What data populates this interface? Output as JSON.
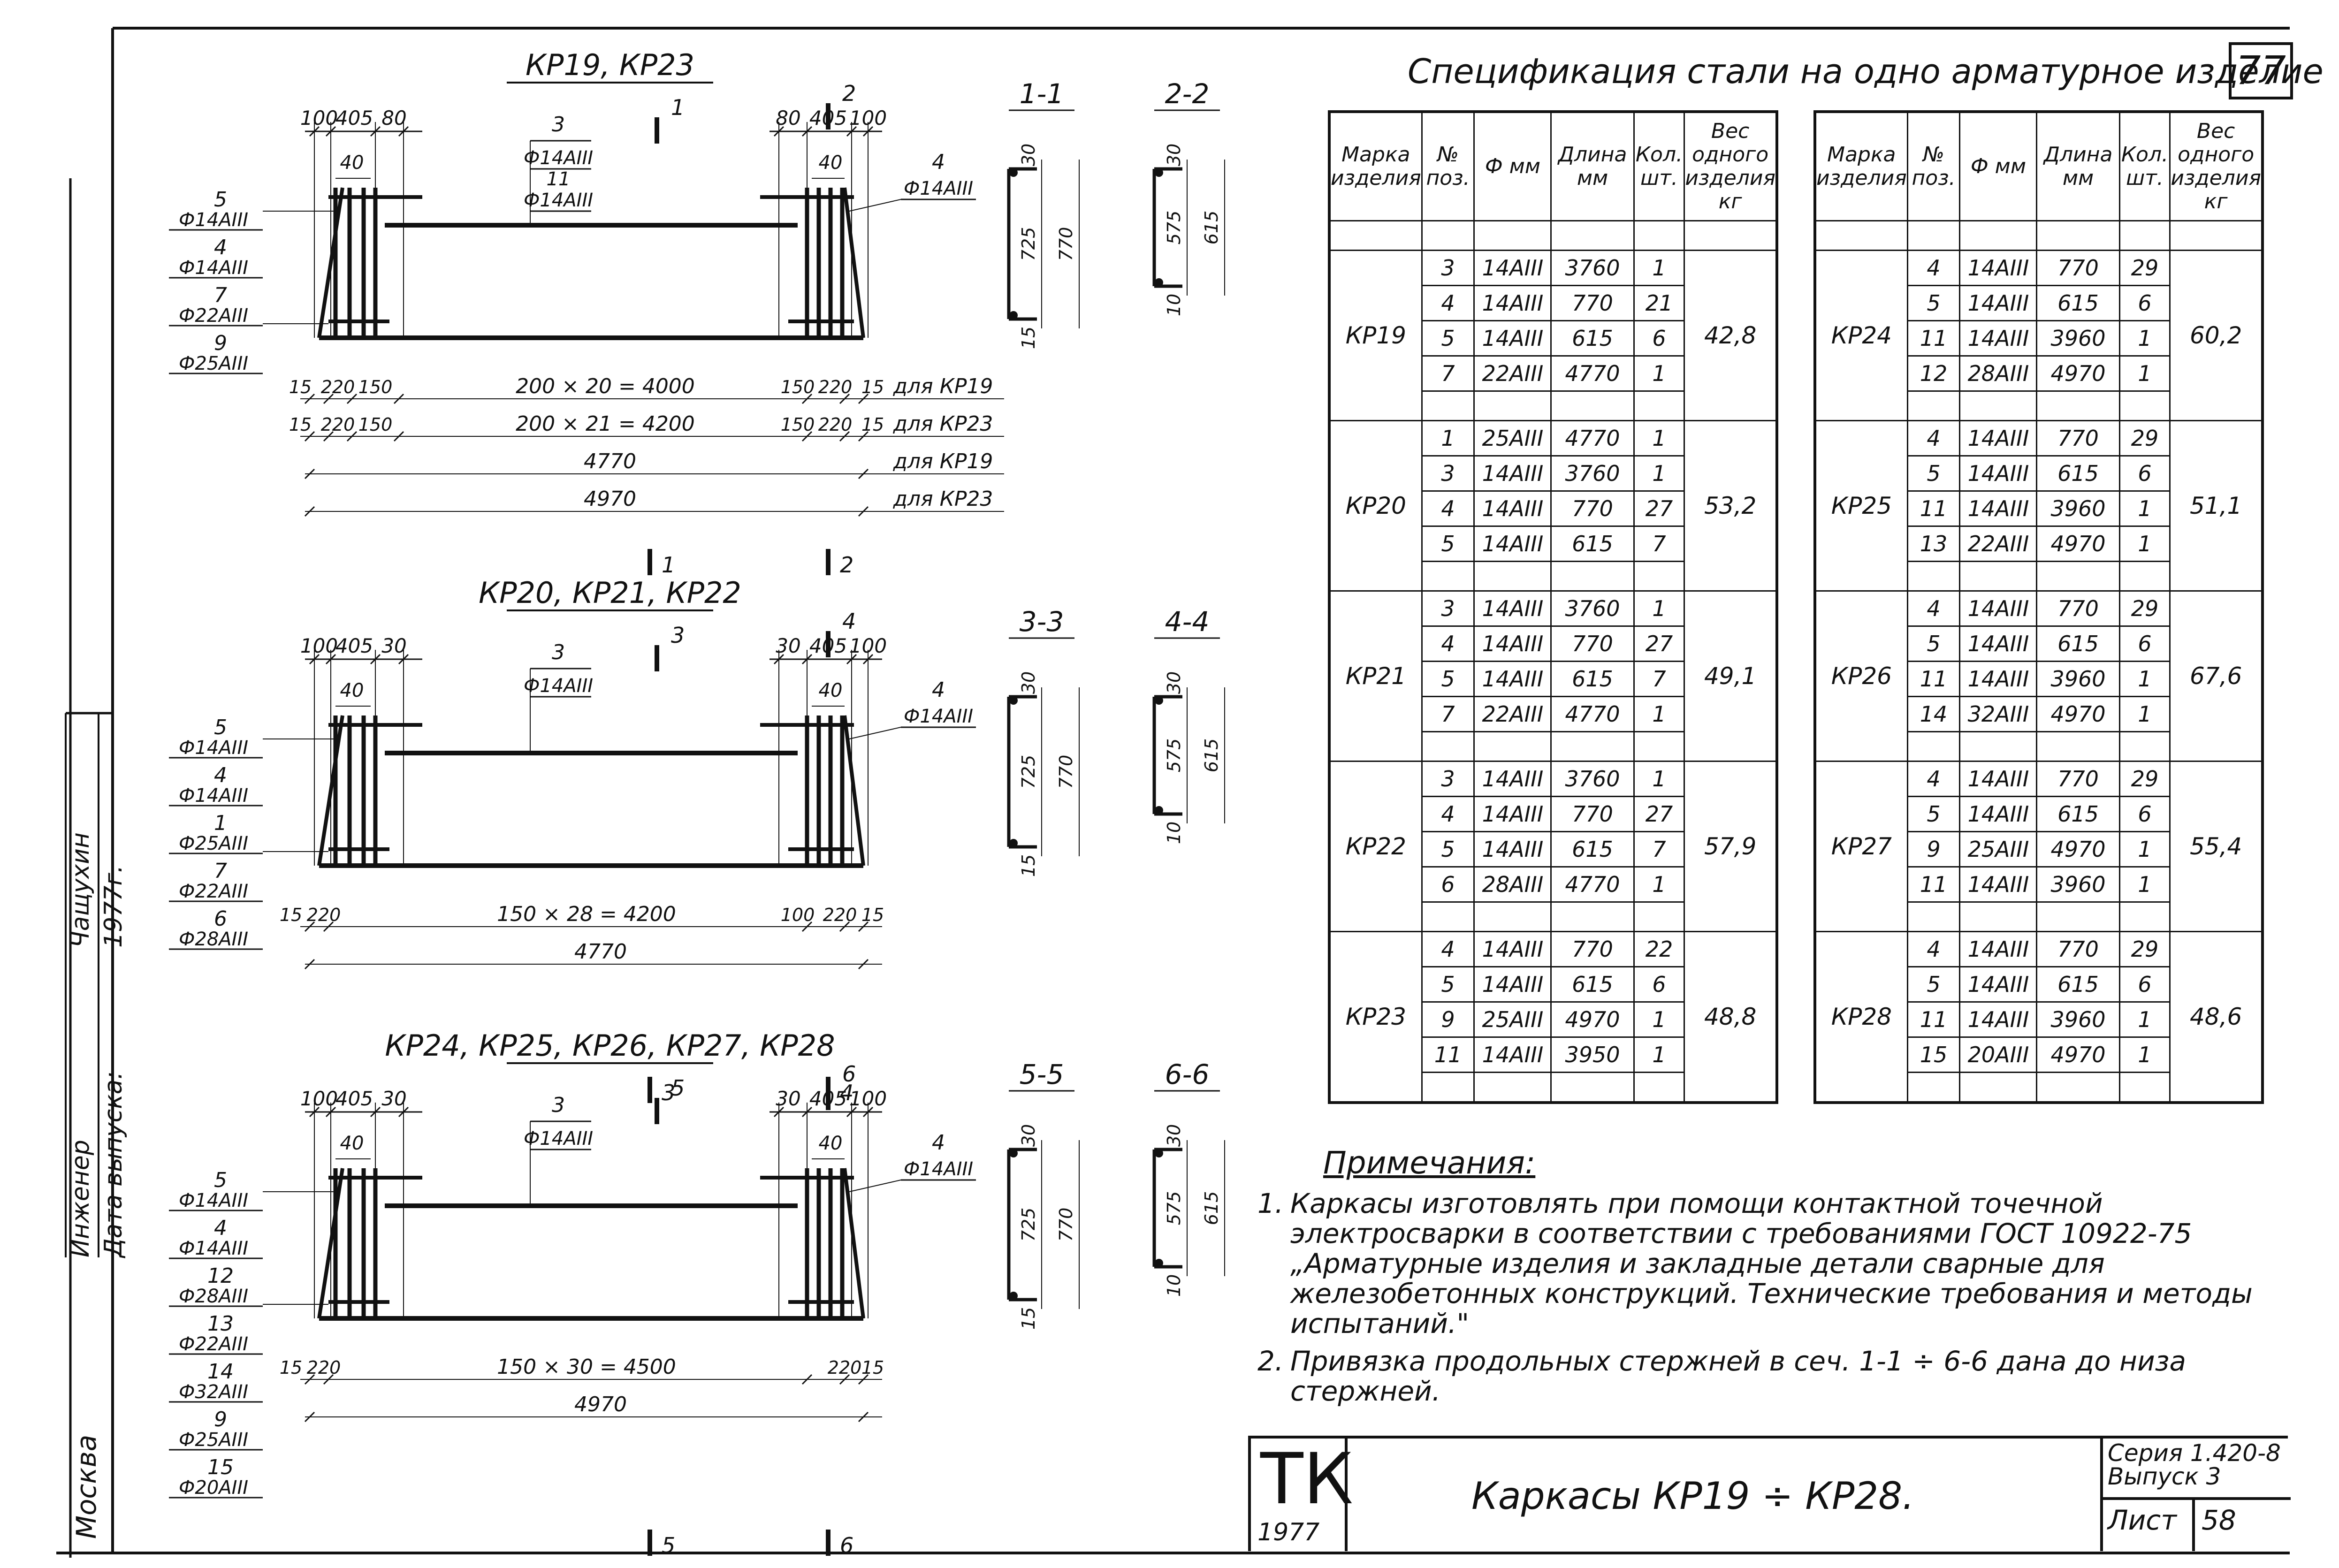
{
  "sheet_corner_number": "77",
  "spec": {
    "title": "Спецификация стали на одно арматурное изделие",
    "headers": [
      "Марка изделия",
      "№ поз.",
      "Ф мм",
      "Длина мм",
      "Кол. шт.",
      "Вес одного изделия кг"
    ],
    "left": [
      {
        "mark": "КР19",
        "weight": "42,8",
        "rows": [
          [
            "3",
            "14АIII",
            "3760",
            "1"
          ],
          [
            "4",
            "14АIII",
            "770",
            "21"
          ],
          [
            "5",
            "14АIII",
            "615",
            "6"
          ],
          [
            "7",
            "22АIII",
            "4770",
            "1"
          ]
        ]
      },
      {
        "mark": "КР20",
        "weight": "53,2",
        "rows": [
          [
            "1",
            "25АIII",
            "4770",
            "1"
          ],
          [
            "3",
            "14АIII",
            "3760",
            "1"
          ],
          [
            "4",
            "14АIII",
            "770",
            "27"
          ],
          [
            "5",
            "14АIII",
            "615",
            "7"
          ]
        ]
      },
      {
        "mark": "КР21",
        "weight": "49,1",
        "rows": [
          [
            "3",
            "14АIII",
            "3760",
            "1"
          ],
          [
            "4",
            "14АIII",
            "770",
            "27"
          ],
          [
            "5",
            "14АIII",
            "615",
            "7"
          ],
          [
            "7",
            "22АIII",
            "4770",
            "1"
          ]
        ]
      },
      {
        "mark": "КР22",
        "weight": "57,9",
        "rows": [
          [
            "3",
            "14АIII",
            "3760",
            "1"
          ],
          [
            "4",
            "14АIII",
            "770",
            "27"
          ],
          [
            "5",
            "14АIII",
            "615",
            "7"
          ],
          [
            "6",
            "28АIII",
            "4770",
            "1"
          ]
        ]
      },
      {
        "mark": "КР23",
        "weight": "48,8",
        "rows": [
          [
            "4",
            "14АIII",
            "770",
            "22"
          ],
          [
            "5",
            "14АIII",
            "615",
            "6"
          ],
          [
            "9",
            "25АIII",
            "4970",
            "1"
          ],
          [
            "11",
            "14АIII",
            "3950",
            "1"
          ]
        ]
      }
    ],
    "right": [
      {
        "mark": "КР24",
        "weight": "60,2",
        "rows": [
          [
            "4",
            "14АIII",
            "770",
            "29"
          ],
          [
            "5",
            "14АIII",
            "615",
            "6"
          ],
          [
            "11",
            "14АIII",
            "3960",
            "1"
          ],
          [
            "12",
            "28АIII",
            "4970",
            "1"
          ]
        ]
      },
      {
        "mark": "КР25",
        "weight": "51,1",
        "rows": [
          [
            "4",
            "14АIII",
            "770",
            "29"
          ],
          [
            "5",
            "14АIII",
            "615",
            "6"
          ],
          [
            "11",
            "14АIII",
            "3960",
            "1"
          ],
          [
            "13",
            "22АIII",
            "4970",
            "1"
          ]
        ]
      },
      {
        "mark": "КР26",
        "weight": "67,6",
        "rows": [
          [
            "4",
            "14АIII",
            "770",
            "29"
          ],
          [
            "5",
            "14АIII",
            "615",
            "6"
          ],
          [
            "11",
            "14АIII",
            "3960",
            "1"
          ],
          [
            "14",
            "32АIII",
            "4970",
            "1"
          ]
        ]
      },
      {
        "mark": "КР27",
        "weight": "55,4",
        "rows": [
          [
            "4",
            "14АIII",
            "770",
            "29"
          ],
          [
            "5",
            "14АIII",
            "615",
            "6"
          ],
          [
            "9",
            "25АIII",
            "4970",
            "1"
          ],
          [
            "11",
            "14АIII",
            "3960",
            "1"
          ]
        ]
      },
      {
        "mark": "КР28",
        "weight": "48,6",
        "rows": [
          [
            "4",
            "14АIII",
            "770",
            "29"
          ],
          [
            "5",
            "14АIII",
            "615",
            "6"
          ],
          [
            "11",
            "14АIII",
            "3960",
            "1"
          ],
          [
            "15",
            "20АIII",
            "4970",
            "1"
          ]
        ]
      }
    ]
  },
  "notes": {
    "heading": "Примечания:",
    "items": [
      "Каркасы изготовлять при помощи контактной точечной электросварки в соответствии с требованиями ГОСТ 10922-75 „Арматурные изделия и закладные детали сварные для железобетонных конструкций. Технические требования и методы испытаний.\"",
      "Привязка продольных стержней в сеч. 1-1 ÷ 6-6 дана до низа стержней."
    ]
  },
  "title_block": {
    "logo": "ТК",
    "year": "1977",
    "name": "Каркасы КР19 ÷ КР28.",
    "series": "Серия 1.420-8",
    "issue": "Выпуск 3",
    "sheet_label": "Лист",
    "sheet_number": "58"
  },
  "stamp": {
    "engineer_label": "Инженер",
    "engineer_name": "Чащухин",
    "date_label": "Дата выпуска:",
    "date_value": "1977г.",
    "city": "Москва"
  },
  "drawings": [
    {
      "title": "КР19, КР23",
      "section_left": "1",
      "section_right": "2",
      "top_dims_left": [
        "100",
        "405",
        "80"
      ],
      "top_dims_right": [
        "80",
        "405",
        "100"
      ],
      "inner_dim_left": "40",
      "inner_dim_right": "40",
      "top_bar_pos": "3",
      "top_bar_dia": "Ф14АIII",
      "top_bar_pos2": "11",
      "top_bar_dia2": "Ф14АIII",
      "right_pos": "4",
      "right_dia": "Ф14АIII",
      "left_callouts": [
        "5",
        "Ф14АIII",
        "4",
        "Ф14АIII",
        "7",
        "Ф22АIII",
        "9",
        "Ф25АIII"
      ],
      "dim_rows": [
        [
          "15",
          "220",
          "150",
          "200 × 20 = 4000",
          "150",
          "220",
          "15",
          "для КР19"
        ],
        [
          "15",
          "220",
          "150",
          "200 × 21 = 4200",
          "150",
          "220",
          "15",
          "для КР23"
        ]
      ],
      "total_rows": [
        [
          "4770",
          "для КР19"
        ],
        [
          "4970",
          "для КР23"
        ]
      ],
      "sections": [
        {
          "label": "1-1",
          "top": "30",
          "h1": "725",
          "h2": "770",
          "bot": "15"
        },
        {
          "label": "2-2",
          "top": "30",
          "h1": "575",
          "h2": "615",
          "bot": "10"
        }
      ]
    },
    {
      "title": "КР20, КР21, КР22",
      "section_left": "3",
      "section_right": "4",
      "top_dims_left": [
        "100",
        "405",
        "30"
      ],
      "top_dims_right": [
        "30",
        "405",
        "100"
      ],
      "inner_dim_left": "40",
      "inner_dim_right": "40",
      "top_bar_pos": "3",
      "top_bar_dia": "Ф14АIII",
      "right_pos": "4",
      "right_dia": "Ф14АIII",
      "left_callouts": [
        "5",
        "Ф14АIII",
        "4",
        "Ф14АIII",
        "1",
        "Ф25АIII",
        "7",
        "Ф22АIII",
        "6",
        "Ф28АIII"
      ],
      "dim_row": [
        "15",
        "220",
        "150 × 28 = 4200",
        "100",
        "220",
        "15"
      ],
      "total": "4770",
      "sections": [
        {
          "label": "3-3",
          "top": "30",
          "h1": "725",
          "h2": "770",
          "bot": "15"
        },
        {
          "label": "4-4",
          "top": "30",
          "h1": "575",
          "h2": "615",
          "bot": "10"
        }
      ]
    },
    {
      "title": "КР24, КР25, КР26, КР27, КР28",
      "section_left": "5",
      "section_right": "6",
      "top_dims_left": [
        "100",
        "405",
        "30"
      ],
      "top_dims_right": [
        "30",
        "405",
        "100"
      ],
      "inner_dim_left": "40",
      "inner_dim_right": "40",
      "top_bar_pos": "3",
      "top_bar_dia": "Ф14АIII",
      "right_pos": "4",
      "right_dia": "Ф14АIII",
      "left_callouts": [
        "5",
        "Ф14АIII",
        "4",
        "Ф14АIII",
        "12",
        "Ф28АIII",
        "13",
        "Ф22АIII",
        "14",
        "Ф32АIII",
        "9",
        "Ф25АIII",
        "15",
        "Ф20АIII"
      ],
      "dim_row": [
        "15",
        "220",
        "150 × 30 = 4500",
        "220",
        "15"
      ],
      "total": "4970",
      "sections": [
        {
          "label": "5-5",
          "top": "30",
          "h1": "725",
          "h2": "770",
          "bot": "15"
        },
        {
          "label": "6-6",
          "top": "30",
          "h1": "575",
          "h2": "615",
          "bot": "10"
        }
      ]
    }
  ]
}
